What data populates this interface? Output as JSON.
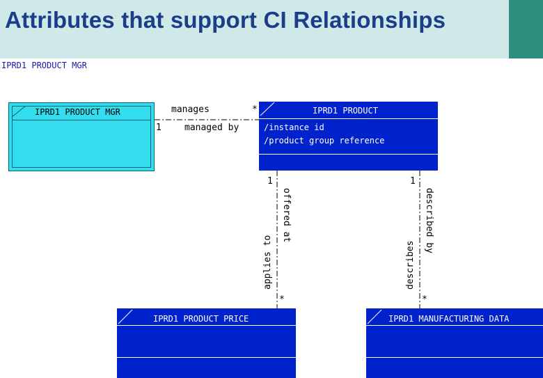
{
  "slide": {
    "title": "Attributes that support CI Relationships",
    "subtitle": "IPRD1 PRODUCT MGR"
  },
  "entities": {
    "mgr": {
      "name": "IPRD1 PRODUCT MGR",
      "attributes": []
    },
    "product": {
      "name": "IPRD1 PRODUCT",
      "attributes": [
        "/instance id",
        "/product group reference"
      ]
    },
    "price": {
      "name": "IPRD1 PRODUCT PRICE",
      "attributes": []
    },
    "mfg": {
      "name": "IPRD1 MANUFACTURING DATA",
      "attributes": []
    }
  },
  "relationships": {
    "mgr_product": {
      "forward": "manages",
      "reverse": "managed by",
      "mgr_cardinality": "1",
      "product_cardinality": "*"
    },
    "product_price": {
      "forward": "offered at",
      "reverse": "applies to",
      "product_cardinality": "1",
      "price_cardinality": "*"
    },
    "product_mfg": {
      "forward": "described by",
      "reverse": "describes",
      "product_cardinality": "1",
      "mfg_cardinality": "*"
    }
  },
  "colors": {
    "header_bg": "#cfe8e8",
    "title_text": "#1b3d8a",
    "accent": "#2f8f7f",
    "entity_cyan": "#33ddee",
    "entity_blue": "#0022cc"
  }
}
